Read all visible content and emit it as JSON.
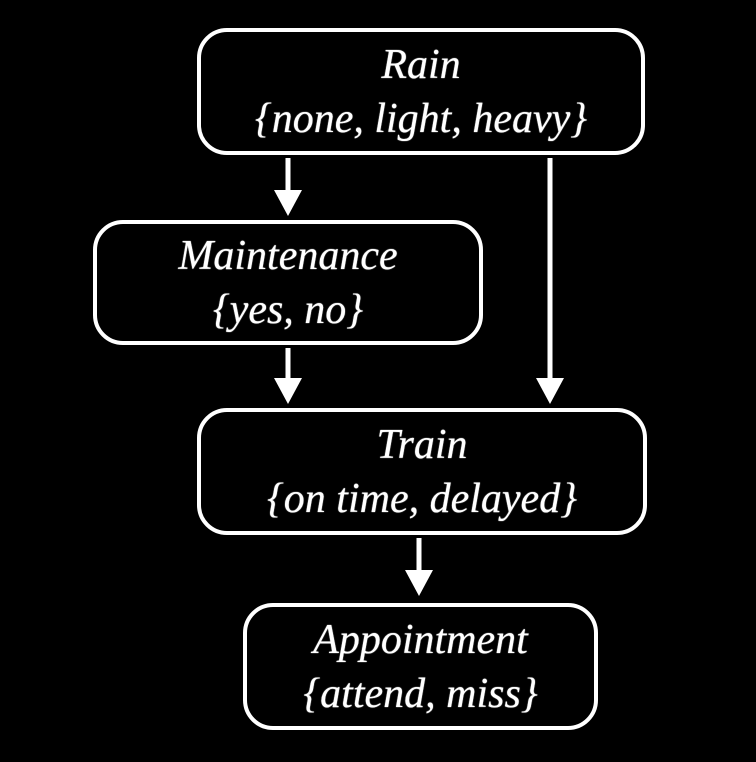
{
  "diagram": {
    "kind": "bayesian-network",
    "colors": {
      "background": "#000000",
      "node_border": "#ffffff",
      "node_fill": "#000000",
      "text": "#ffffff",
      "arrow": "#ffffff"
    },
    "nodes": [
      {
        "id": "rain",
        "label": "Rain",
        "domain": "{none, light, heavy}"
      },
      {
        "id": "maintenance",
        "label": "Maintenance",
        "domain": "{yes, no}"
      },
      {
        "id": "train",
        "label": "Train",
        "domain": "{on time, delayed}"
      },
      {
        "id": "appointment",
        "label": "Appointment",
        "domain": "{attend, miss}"
      }
    ],
    "edges": [
      {
        "from": "rain",
        "to": "maintenance"
      },
      {
        "from": "rain",
        "to": "train"
      },
      {
        "from": "maintenance",
        "to": "train"
      },
      {
        "from": "train",
        "to": "appointment"
      }
    ]
  }
}
